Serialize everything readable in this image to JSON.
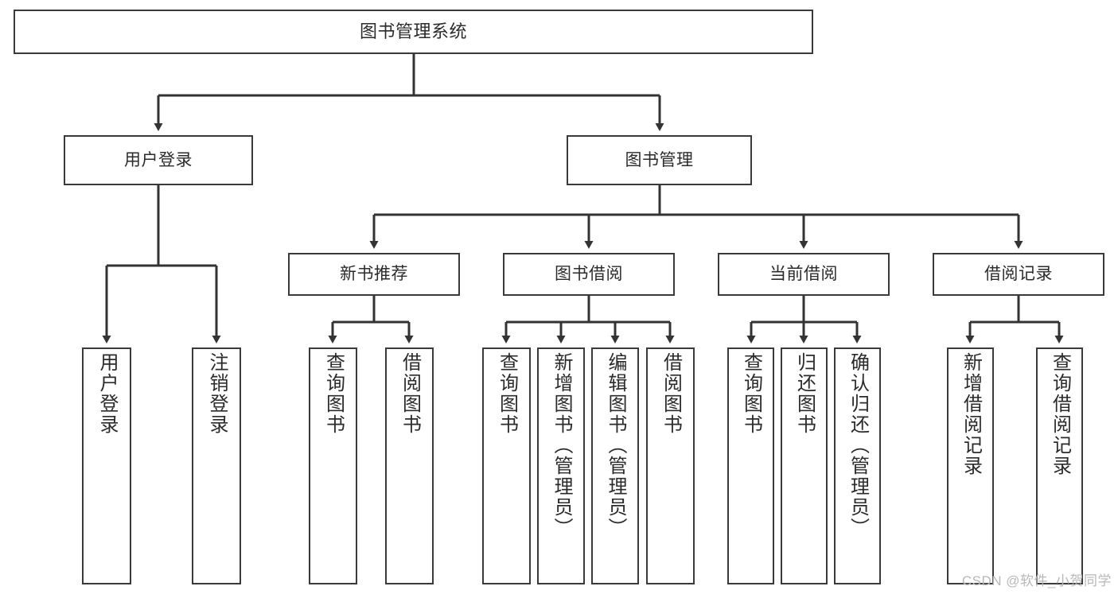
{
  "diagram": {
    "title": "图书管理系统",
    "type": "hierarchy-tree",
    "watermark": "CSDN @软件_小贺同学",
    "colors": {
      "box_border": "#3a3a3a",
      "box_fill": "#ffffff",
      "line": "#333333",
      "text": "#2b2b2b",
      "watermark": "#b8b8b8",
      "background": "#ffffff"
    },
    "root": {
      "id": "root",
      "label": "图书管理系统"
    },
    "level2": [
      {
        "id": "user-login",
        "label": "用户登录"
      },
      {
        "id": "book-management",
        "label": "图书管理"
      }
    ],
    "level3": [
      {
        "id": "new-book-recommend",
        "label": "新书推荐",
        "parent": "book-management"
      },
      {
        "id": "book-borrow",
        "label": "图书借阅",
        "parent": "book-management"
      },
      {
        "id": "current-borrow",
        "label": "当前借阅",
        "parent": "book-management"
      },
      {
        "id": "borrow-record",
        "label": "借阅记录",
        "parent": "book-management"
      }
    ],
    "leaves": [
      {
        "id": "leaf-user-login",
        "label": "用户登录",
        "parent": "user-login"
      },
      {
        "id": "leaf-logout-login",
        "label": "注销登录",
        "parent": "user-login"
      },
      {
        "id": "leaf-query-book-1",
        "label": "查询图书",
        "parent": "new-book-recommend"
      },
      {
        "id": "leaf-borrow-book-1",
        "label": "借阅图书",
        "parent": "new-book-recommend"
      },
      {
        "id": "leaf-query-book-2",
        "label": "查询图书",
        "parent": "book-borrow"
      },
      {
        "id": "leaf-add-book",
        "label": "新增图书（管理员）",
        "parent": "book-borrow"
      },
      {
        "id": "leaf-edit-book",
        "label": "编辑图书（管理员）",
        "parent": "book-borrow"
      },
      {
        "id": "leaf-borrow-book-2",
        "label": "借阅图书",
        "parent": "book-borrow"
      },
      {
        "id": "leaf-query-book-3",
        "label": "查询图书",
        "parent": "current-borrow"
      },
      {
        "id": "leaf-return-book",
        "label": "归还图书",
        "parent": "current-borrow"
      },
      {
        "id": "leaf-confirm-return",
        "label": "确认归还（管理员）",
        "parent": "current-borrow"
      },
      {
        "id": "leaf-add-record",
        "label": "新增借阅记录",
        "parent": "borrow-record"
      },
      {
        "id": "leaf-query-record",
        "label": "查询借阅记录",
        "parent": "borrow-record"
      }
    ]
  }
}
